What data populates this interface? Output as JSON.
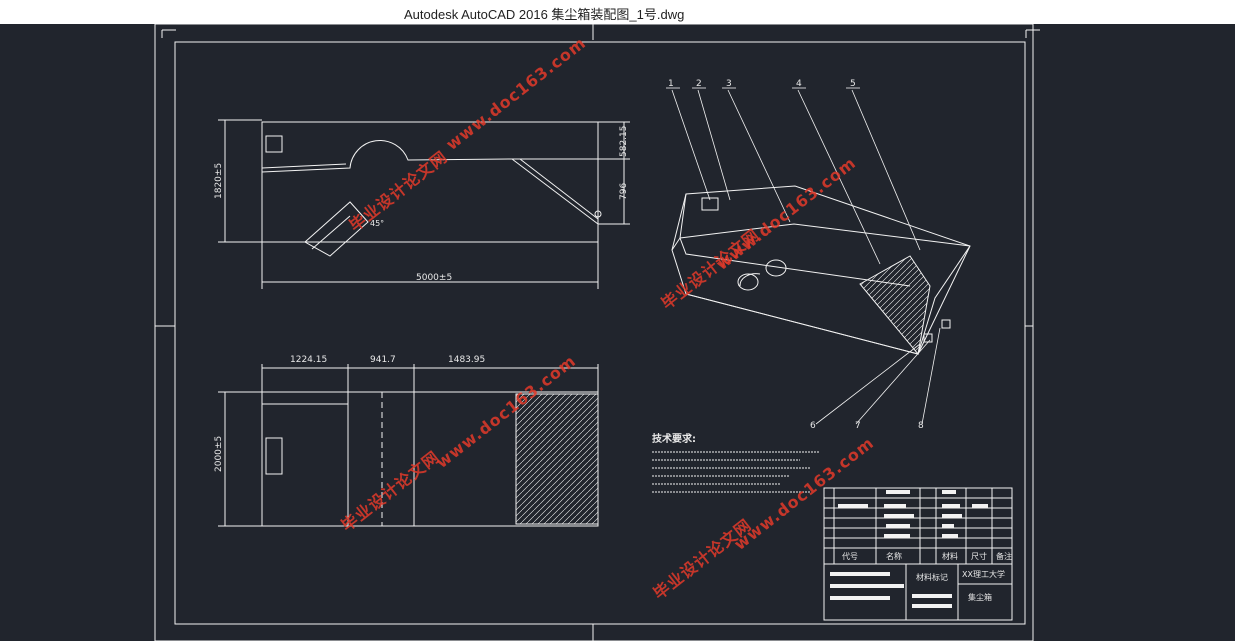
{
  "window": {
    "title": "Autodesk AutoCAD 2016     集尘箱装配图_1号.dwg"
  },
  "drawing": {
    "front_view": {
      "dim_height": "1820±5",
      "dim_top_right": "582.15",
      "dim_mid_right": "796",
      "dim_width": "5000±5",
      "angle": "45°"
    },
    "top_view": {
      "dim_a": "1224.15",
      "dim_b": "941.7",
      "dim_c": "1483.95",
      "dim_height": "2000±5"
    },
    "balloons": [
      "1",
      "2",
      "3",
      "4",
      "5",
      "6",
      "7",
      "8"
    ],
    "tech_requirements_title": "技术要求:",
    "title_block": {
      "header_code": "代号",
      "header_name": "名称",
      "header_material": "材料",
      "header_size": "尺寸",
      "header_note": "备注",
      "school": "集尘箱",
      "drawing_label": "材料标记",
      "company": "XX理工大学"
    }
  },
  "watermarks": [
    "毕业设计论文网",
    "www.doc163.com"
  ],
  "colors": {
    "background": "#21252d",
    "line": "#ffffff",
    "watermark": "#e23a2a"
  }
}
